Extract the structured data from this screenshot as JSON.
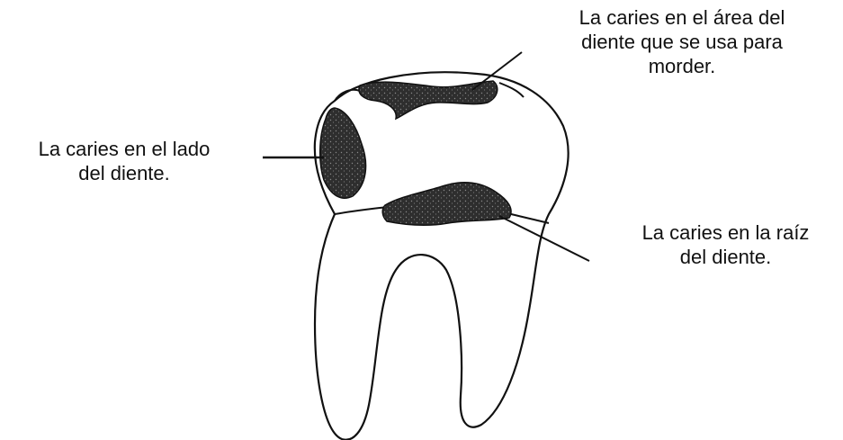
{
  "labels": {
    "occlusal": {
      "lines": [
        "La caries en el área del",
        "diente que se usa para",
        "morder."
      ]
    },
    "side": {
      "lines": [
        "La caries en el lado",
        "del diente."
      ]
    },
    "root": {
      "lines": [
        "La caries en la raíz",
        "del diente."
      ]
    }
  },
  "colors": {
    "outline": "#111111",
    "decay_fill": "#333333"
  }
}
